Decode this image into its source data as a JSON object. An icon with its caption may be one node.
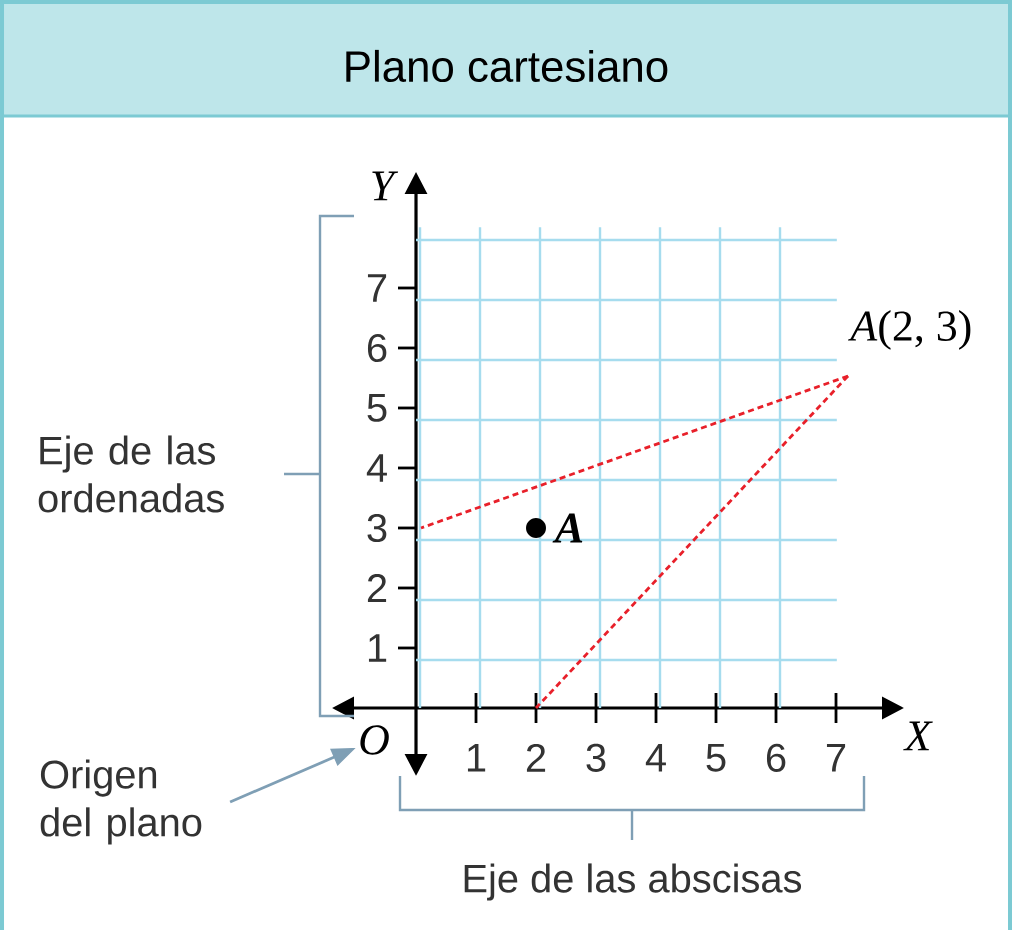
{
  "diagram": {
    "title": "Plano cartesiano",
    "nodes": [
      {
        "text": [
          "Eje de las ordenadas"
        ]
      },
      {
        "text": [
          "Origen del plano"
        ]
      },
      {
        "text": [
          "O"
        ]
      },
      {
        "text": [
          "*A*(2, 3)"
        ]
      },
      {
        "text": [
          "Eje de las abscisas"
        ]
      },
      {
        "text": [],
        "shape": "grid"
      },
      {
        "text": [],
        "shape": "circle",
        "beside": [
          "A"
        ],
        "in": 5
      }
    ],
    "edges": [
      {
        "from": 1,
        "to": 2,
        "arrow": "to",
        "color": "#7f9fb5"
      },
      {
        "from": 3,
        "to": 5,
        "arrow": "none",
        "style": "dashed",
        "color": "#e8202a"
      },
      {
        "from": 3,
        "to": 5,
        "arrow": "none",
        "style": "dashed",
        "color": "#e8202a"
      }
    ],
    "labels": [
      "Y",
      "7",
      "6",
      "5",
      "4",
      "3",
      "2",
      "1",
      "X",
      "1",
      "2",
      "3",
      "4",
      "5",
      "6",
      "7"
    ]
  }
}
